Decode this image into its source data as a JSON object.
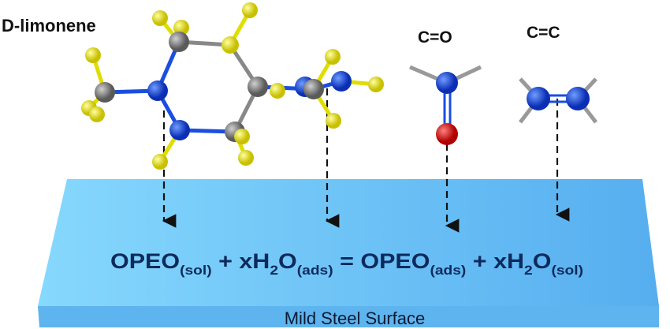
{
  "labels": {
    "molecule": "D-limonene",
    "carbonyl": "C=O",
    "alkene": "C=C"
  },
  "equation": {
    "t1": "OPEO",
    "s1": "(sol)",
    "t2": " + xH",
    "s2": "2",
    "t3": "O",
    "s3": "(ads)",
    "t4": " = OPEO",
    "s4": "(ads)",
    "t5": " + xH",
    "s5": "2",
    "t6": "O",
    "s6": "(sol)"
  },
  "surface_label": "Mild Steel Surface",
  "colors": {
    "surface_top": "#7fd3fb",
    "surface_dark": "#55a9ea",
    "carbon": "#808080",
    "nitrogen": "#1040d8",
    "hydrogen": "#e8e000",
    "oxygen": "#e01010"
  }
}
